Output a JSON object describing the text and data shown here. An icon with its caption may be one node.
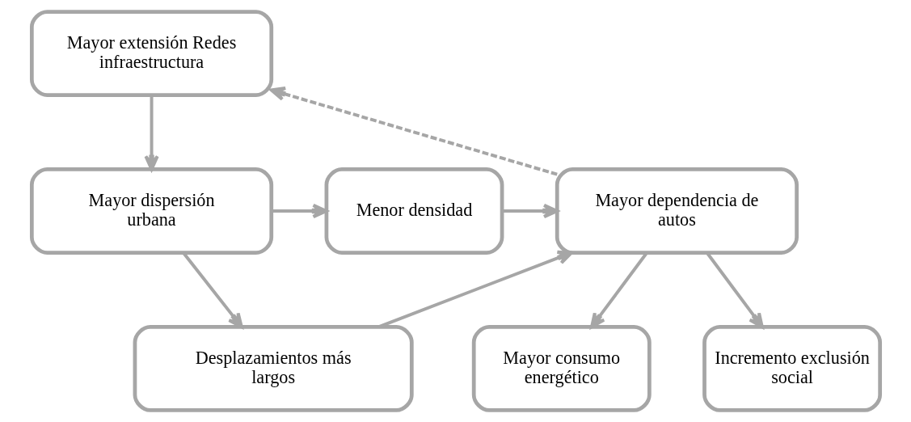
{
  "diagram": {
    "nodes": [
      {
        "text": [
          "Mayor extensión Redes infraestructura"
        ]
      },
      {
        "text": [
          "Mayor dispersión urbana"
        ]
      },
      {
        "text": [
          "Menor densidad"
        ]
      },
      {
        "text": [
          "Mayor dependencia de autos"
        ]
      },
      {
        "text": [
          "Desplazamientos más largos"
        ]
      },
      {
        "text": [
          "Mayor consumo energético"
        ]
      },
      {
        "text": [
          "Incremento exclusión social"
        ]
      }
    ],
    "edges": [
      {
        "from": 0,
        "to": 1,
        "arrow": "to"
      },
      {
        "from": 1,
        "to": 2,
        "arrow": "to"
      },
      {
        "from": 2,
        "to": 3,
        "arrow": "to"
      },
      {
        "from": 1,
        "to": 4,
        "arrow": "to"
      },
      {
        "from": 4,
        "to": 3,
        "arrow": "to"
      },
      {
        "from": 3,
        "to": 5,
        "arrow": "to"
      },
      {
        "from": 3,
        "to": 6,
        "arrow": "to"
      },
      {
        "from": 3,
        "to": 0,
        "arrow": "to",
        "style": "dashed"
      }
    ]
  }
}
